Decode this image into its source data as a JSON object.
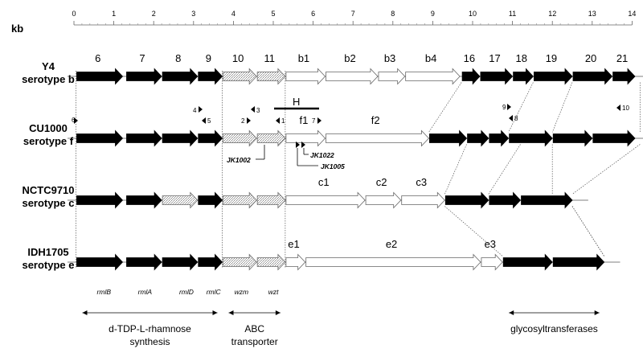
{
  "scale": {
    "unit": "kb",
    "ticks": [
      "0",
      "1",
      "2",
      "3",
      "4",
      "5",
      "6",
      "7",
      "8",
      "9",
      "10",
      "11",
      "12",
      "13",
      "14"
    ]
  },
  "strains": [
    {
      "name": "Y4",
      "serotype": "serotype b",
      "genes": [
        {
          "label": "6",
          "start": 0.05,
          "end": 1.22,
          "fill": "black"
        },
        {
          "label": "7",
          "start": 1.3,
          "end": 2.2,
          "fill": "black"
        },
        {
          "label": "8",
          "start": 2.2,
          "end": 3.1,
          "fill": "black"
        },
        {
          "label": "9",
          "start": 3.1,
          "end": 3.72,
          "fill": "black"
        },
        {
          "label": "10",
          "start": 3.72,
          "end": 4.58,
          "fill": "hatch"
        },
        {
          "label": "11",
          "start": 4.58,
          "end": 5.3,
          "fill": "hatch"
        },
        {
          "label": "b1",
          "start": 5.3,
          "end": 6.3,
          "fill": "white"
        },
        {
          "label": "b2",
          "start": 6.3,
          "end": 7.62,
          "fill": "white"
        },
        {
          "label": "b3",
          "start": 7.62,
          "end": 8.3,
          "fill": "white"
        },
        {
          "label": "b4",
          "start": 8.3,
          "end": 9.68,
          "fill": "white"
        },
        {
          "label": "16",
          "start": 9.72,
          "end": 10.18,
          "fill": "black"
        },
        {
          "label": "17",
          "start": 10.18,
          "end": 11.0,
          "fill": "black"
        },
        {
          "label": "18",
          "start": 11.0,
          "end": 11.52,
          "fill": "black"
        },
        {
          "label": "19",
          "start": 11.52,
          "end": 12.5,
          "fill": "black"
        },
        {
          "label": "20",
          "start": 12.5,
          "end": 13.5,
          "fill": "black"
        },
        {
          "label": "21",
          "start": 13.5,
          "end": 15.1,
          "fill": "black"
        }
      ]
    },
    {
      "name": "CU1000",
      "serotype": "serotype f",
      "genes": [
        {
          "label": "",
          "start": 0.05,
          "end": 1.22,
          "fill": "black"
        },
        {
          "label": "",
          "start": 1.3,
          "end": 2.2,
          "fill": "black"
        },
        {
          "label": "",
          "start": 2.2,
          "end": 3.1,
          "fill": "black"
        },
        {
          "label": "",
          "start": 3.1,
          "end": 3.72,
          "fill": "black"
        },
        {
          "label": "",
          "start": 3.72,
          "end": 4.58,
          "fill": "hatch"
        },
        {
          "label": "",
          "start": 4.58,
          "end": 5.3,
          "fill": "hatch"
        },
        {
          "label": "f1",
          "start": 5.3,
          "end": 6.3,
          "fill": "white"
        },
        {
          "label": "f2",
          "start": 6.3,
          "end": 8.9,
          "fill": "white"
        },
        {
          "label": "",
          "start": 8.9,
          "end": 9.85,
          "fill": "black"
        },
        {
          "label": "",
          "start": 9.85,
          "end": 10.4,
          "fill": "black"
        },
        {
          "label": "",
          "start": 10.4,
          "end": 10.9,
          "fill": "black"
        },
        {
          "label": "",
          "start": 10.9,
          "end": 12.0,
          "fill": "black"
        },
        {
          "label": "",
          "start": 12.0,
          "end": 13.0,
          "fill": "black"
        },
        {
          "label": "",
          "start": 13.0,
          "end": 14.2,
          "fill": "black"
        }
      ]
    },
    {
      "name": "NCTC9710",
      "serotype": "serotype c",
      "genes": [
        {
          "label": "",
          "start": 0.05,
          "end": 1.22,
          "fill": "black"
        },
        {
          "label": "",
          "start": 1.3,
          "end": 2.2,
          "fill": "black"
        },
        {
          "label": "",
          "start": 2.2,
          "end": 3.1,
          "fill": "hatch"
        },
        {
          "label": "",
          "start": 3.1,
          "end": 3.72,
          "fill": "black"
        },
        {
          "label": "",
          "start": 3.72,
          "end": 4.58,
          "fill": "hatch"
        },
        {
          "label": "",
          "start": 4.58,
          "end": 5.3,
          "fill": "hatch"
        },
        {
          "label": "c1",
          "start": 5.3,
          "end": 7.3,
          "fill": "white"
        },
        {
          "label": "c2",
          "start": 7.3,
          "end": 8.2,
          "fill": "white"
        },
        {
          "label": "c3",
          "start": 8.2,
          "end": 9.3,
          "fill": "white"
        },
        {
          "label": "",
          "start": 9.3,
          "end": 10.4,
          "fill": "black"
        },
        {
          "label": "",
          "start": 10.4,
          "end": 11.2,
          "fill": "black"
        },
        {
          "label": "",
          "start": 11.2,
          "end": 12.5,
          "fill": "black"
        }
      ]
    },
    {
      "name": "IDH1705",
      "serotype": "serotype e",
      "genes": [
        {
          "label": "",
          "start": 0.05,
          "end": 1.22,
          "fill": "black"
        },
        {
          "label": "",
          "start": 1.3,
          "end": 2.2,
          "fill": "black"
        },
        {
          "label": "",
          "start": 2.2,
          "end": 3.1,
          "fill": "black"
        },
        {
          "label": "",
          "start": 3.1,
          "end": 3.72,
          "fill": "black"
        },
        {
          "label": "",
          "start": 3.72,
          "end": 4.58,
          "fill": "hatch"
        },
        {
          "label": "",
          "start": 4.58,
          "end": 5.3,
          "fill": "hatch"
        },
        {
          "label": "e1",
          "start": 5.3,
          "end": 5.8,
          "fill": "white"
        },
        {
          "label": "e2",
          "start": 5.8,
          "end": 10.2,
          "fill": "white"
        },
        {
          "label": "e3",
          "start": 10.2,
          "end": 10.75,
          "fill": "white"
        },
        {
          "label": "",
          "start": 10.75,
          "end": 12.0,
          "fill": "black"
        },
        {
          "label": "",
          "start": 12.0,
          "end": 13.3,
          "fill": "black"
        }
      ]
    }
  ],
  "gene_names": [
    "rmlB",
    "rmlA",
    "rmlD",
    "rmlC",
    "wzm",
    "wzt"
  ],
  "primers": [
    "1",
    "2",
    "3",
    "4",
    "5",
    "6",
    "7",
    "8",
    "9",
    "10"
  ],
  "h_label": "H",
  "mutants": [
    "JK1002",
    "JK1022",
    "JK1005"
  ],
  "groups": [
    {
      "label": "d-TDP-L-rhamnose",
      "label2": "synthesis",
      "start": 0.05,
      "end": 3.72
    },
    {
      "label": "ABC",
      "label2": "transporter",
      "start": 3.72,
      "end": 5.3
    },
    {
      "label": "glycosyltransferases",
      "label2": "",
      "start": 10.75,
      "end": 13.3
    }
  ]
}
